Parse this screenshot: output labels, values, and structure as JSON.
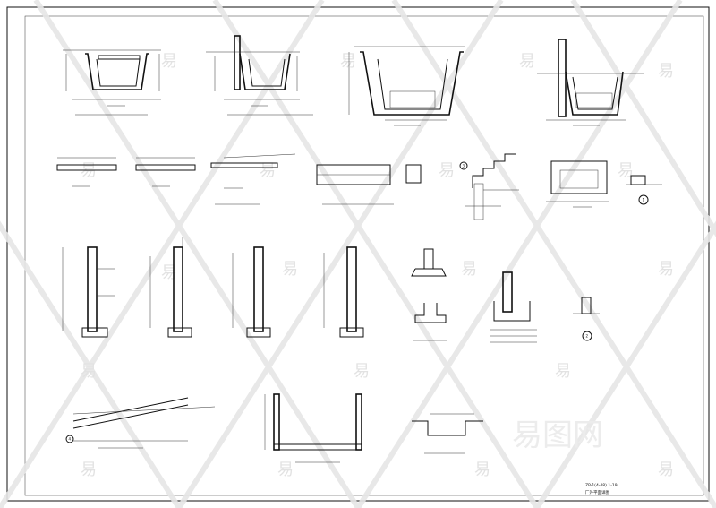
{
  "sheet": {
    "title_block": "ZP-1(4-48) 1-19",
    "sheet_title": "厂外平面详图"
  },
  "watermark": {
    "glyph": "易",
    "brand": "易图网"
  },
  "details": {
    "circle_marks": [
      "1",
      "2",
      "3",
      "4"
    ]
  }
}
